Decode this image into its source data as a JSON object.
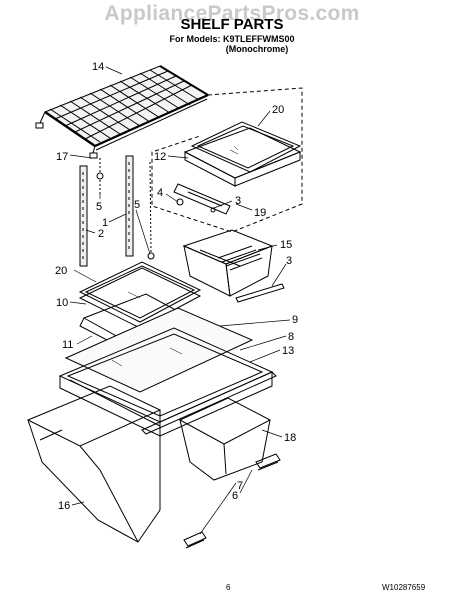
{
  "watermark": "AppliancePartsPros.com",
  "title": "SHELF PARTS",
  "subtitle_models": "For Models: K9TLEFFWMS00",
  "subtitle_variant": "(Monochrome)",
  "page_number": "6",
  "doc_number": "W10287659",
  "callouts": [
    "14",
    "20",
    "12",
    "17",
    "4",
    "3",
    "5",
    "5",
    "1",
    "2",
    "19",
    "15",
    "20",
    "3",
    "10",
    "9",
    "11",
    "8",
    "13",
    "18",
    "16",
    "7",
    "6"
  ]
}
